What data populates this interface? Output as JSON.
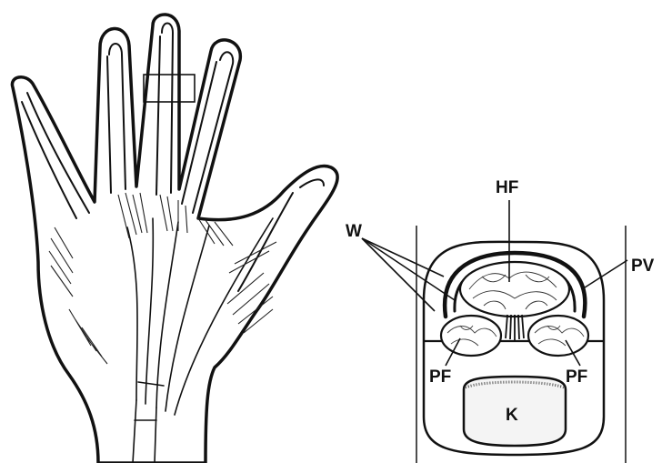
{
  "figure": {
    "left_panel": {
      "subject": "hand-anatomy-drawing"
    },
    "right_panel": {
      "subject": "finger-cross-section-diagram",
      "labels": {
        "hf": "HF",
        "w": "W",
        "pv": "PV",
        "pf_left": "PF",
        "pf_right": "PF",
        "k": "K"
      }
    }
  }
}
